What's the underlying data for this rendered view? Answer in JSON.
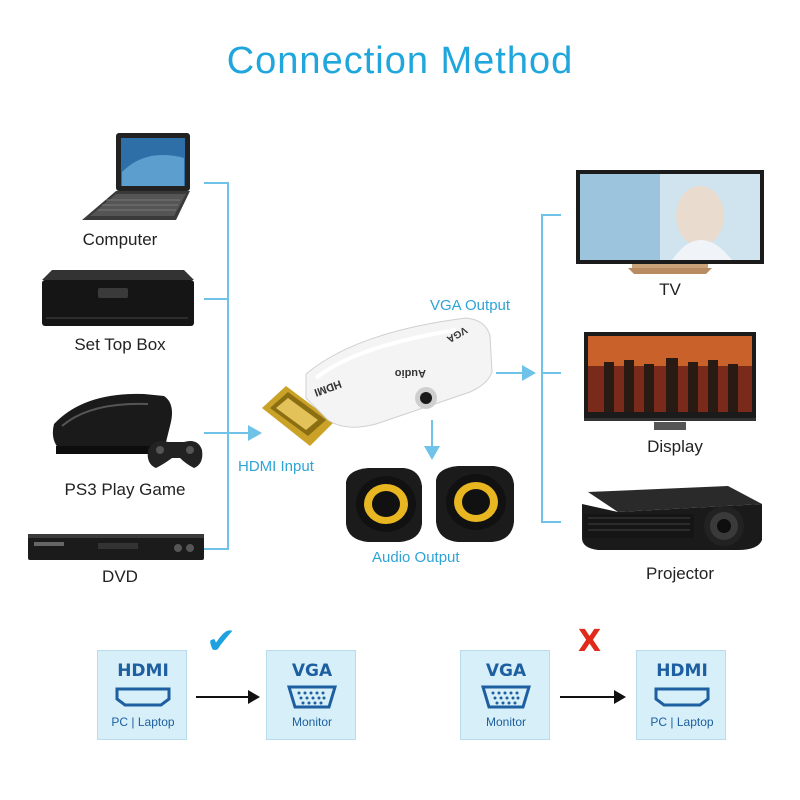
{
  "title": "Connection Method",
  "inputs": [
    {
      "label": "Computer"
    },
    {
      "label": "Set Top Box"
    },
    {
      "label": "PS3 Play Game"
    },
    {
      "label": "DVD"
    }
  ],
  "outputs": [
    {
      "label": "TV"
    },
    {
      "label": "Display"
    },
    {
      "label": "Projector"
    }
  ],
  "adapter": {
    "hdmi_port_text": "HDMI",
    "vga_port_text": "VGA",
    "audio_port_text": "Audio"
  },
  "flows": {
    "hdmi_input": "HDMI Input",
    "vga_output": "VGA Output",
    "audio_output": "Audio Output"
  },
  "compat": [
    {
      "status_symbol": "✔",
      "status": "supported",
      "from": {
        "head": "HDMI",
        "foot": "PC | Laptop"
      },
      "to": {
        "head": "VGA",
        "foot": "Monitor"
      }
    },
    {
      "status_symbol": "X",
      "status": "not supported",
      "from": {
        "head": "VGA",
        "foot": "Monitor"
      },
      "to": {
        "head": "HDMI",
        "foot": "PC | Laptop"
      }
    }
  ],
  "colors": {
    "title": "#1fa6dc",
    "flow_line": "#6fc3e8",
    "check": "#1ea1e0",
    "cross": "#e02a1a",
    "box_bg": "#d7eff8"
  }
}
